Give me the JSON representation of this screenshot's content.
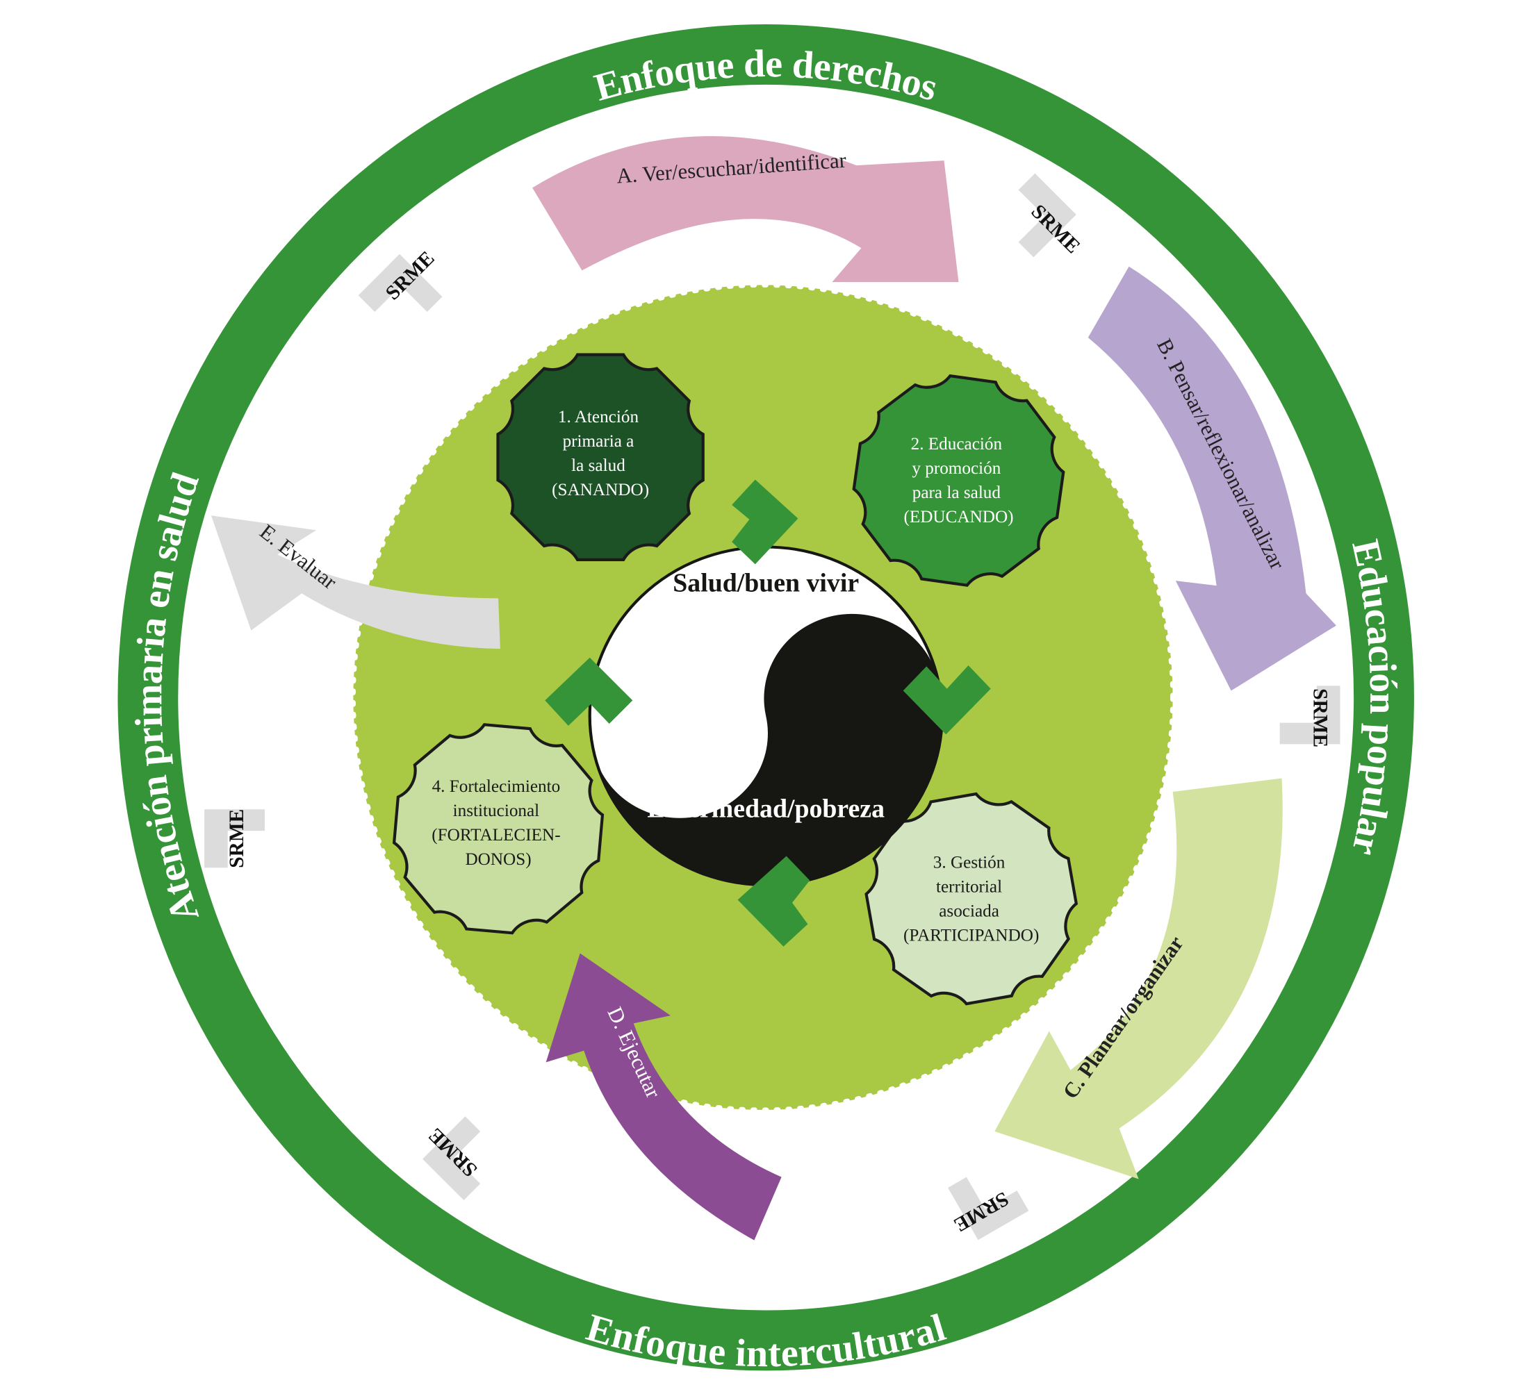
{
  "colors": {
    "ring": "#369438",
    "inner_disk": "#a9c844",
    "arrow_a": "#dba8be",
    "arrow_b": "#b6a5cf",
    "arrow_c": "#d3e29e",
    "arrow_d": "#8c4c94",
    "arrow_e": "#dcdcdc",
    "srme_tile": "#dcdcdc",
    "gear_1": "#1d5227",
    "gear_2": "#369438",
    "gear_3": "#d3e5c0",
    "gear_4": "#c8dea0",
    "chevron": "#369438",
    "yin": "#161613",
    "yang": "#ffffff"
  },
  "outer_ring": {
    "top": "Enfoque de derechos",
    "right": "Educación popular",
    "bottom": "Enfoque intercultural",
    "left": "Atención primaria en salud"
  },
  "cycle_arrows": [
    {
      "id": "A",
      "label": "A. Ver/escuchar/identificar"
    },
    {
      "id": "B",
      "label": "B. Pensar/reflexionar/analizar"
    },
    {
      "id": "C",
      "label": "C. Planear/organizar"
    },
    {
      "id": "D",
      "label": "D. Ejecutar"
    },
    {
      "id": "E",
      "label": "E. Evaluar"
    }
  ],
  "srme_label": "SRME",
  "srme_tiles": [
    "SRME",
    "SRME",
    "SRME",
    "SRME",
    "SRME",
    "SRME"
  ],
  "gears": [
    {
      "id": 1,
      "lines": [
        "1. Atención",
        "primaria a",
        "la salud",
        "(SANANDO)"
      ]
    },
    {
      "id": 2,
      "lines": [
        "2. Educación",
        "y promoción",
        "para la salud",
        "(EDUCANDO)"
      ]
    },
    {
      "id": 3,
      "lines": [
        "3. Gestión",
        "territorial",
        "asociada",
        "(PARTICIPANDO)"
      ]
    },
    {
      "id": 4,
      "lines": [
        "4. Fortalecimiento",
        "institucional",
        "(FORTALECIEN-",
        "DONOS)"
      ]
    }
  ],
  "yin_yang": {
    "top": "Salud/buen vivir",
    "bottom": "Enfermedad/pobreza"
  }
}
